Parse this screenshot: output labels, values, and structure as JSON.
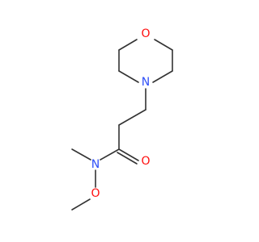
{
  "structure": {
    "atoms": [
      {
        "id": "O1",
        "label": "O",
        "color": "#ff0d0d"
      },
      {
        "id": "N1",
        "label": "N",
        "color": "#3050f8"
      },
      {
        "id": "O2",
        "label": "O",
        "color": "#ff0d0d"
      },
      {
        "id": "N2",
        "label": "N",
        "color": "#3050f8"
      },
      {
        "id": "O3",
        "label": "O",
        "color": "#ff0d0d"
      }
    ],
    "bond_color": "#333333"
  }
}
